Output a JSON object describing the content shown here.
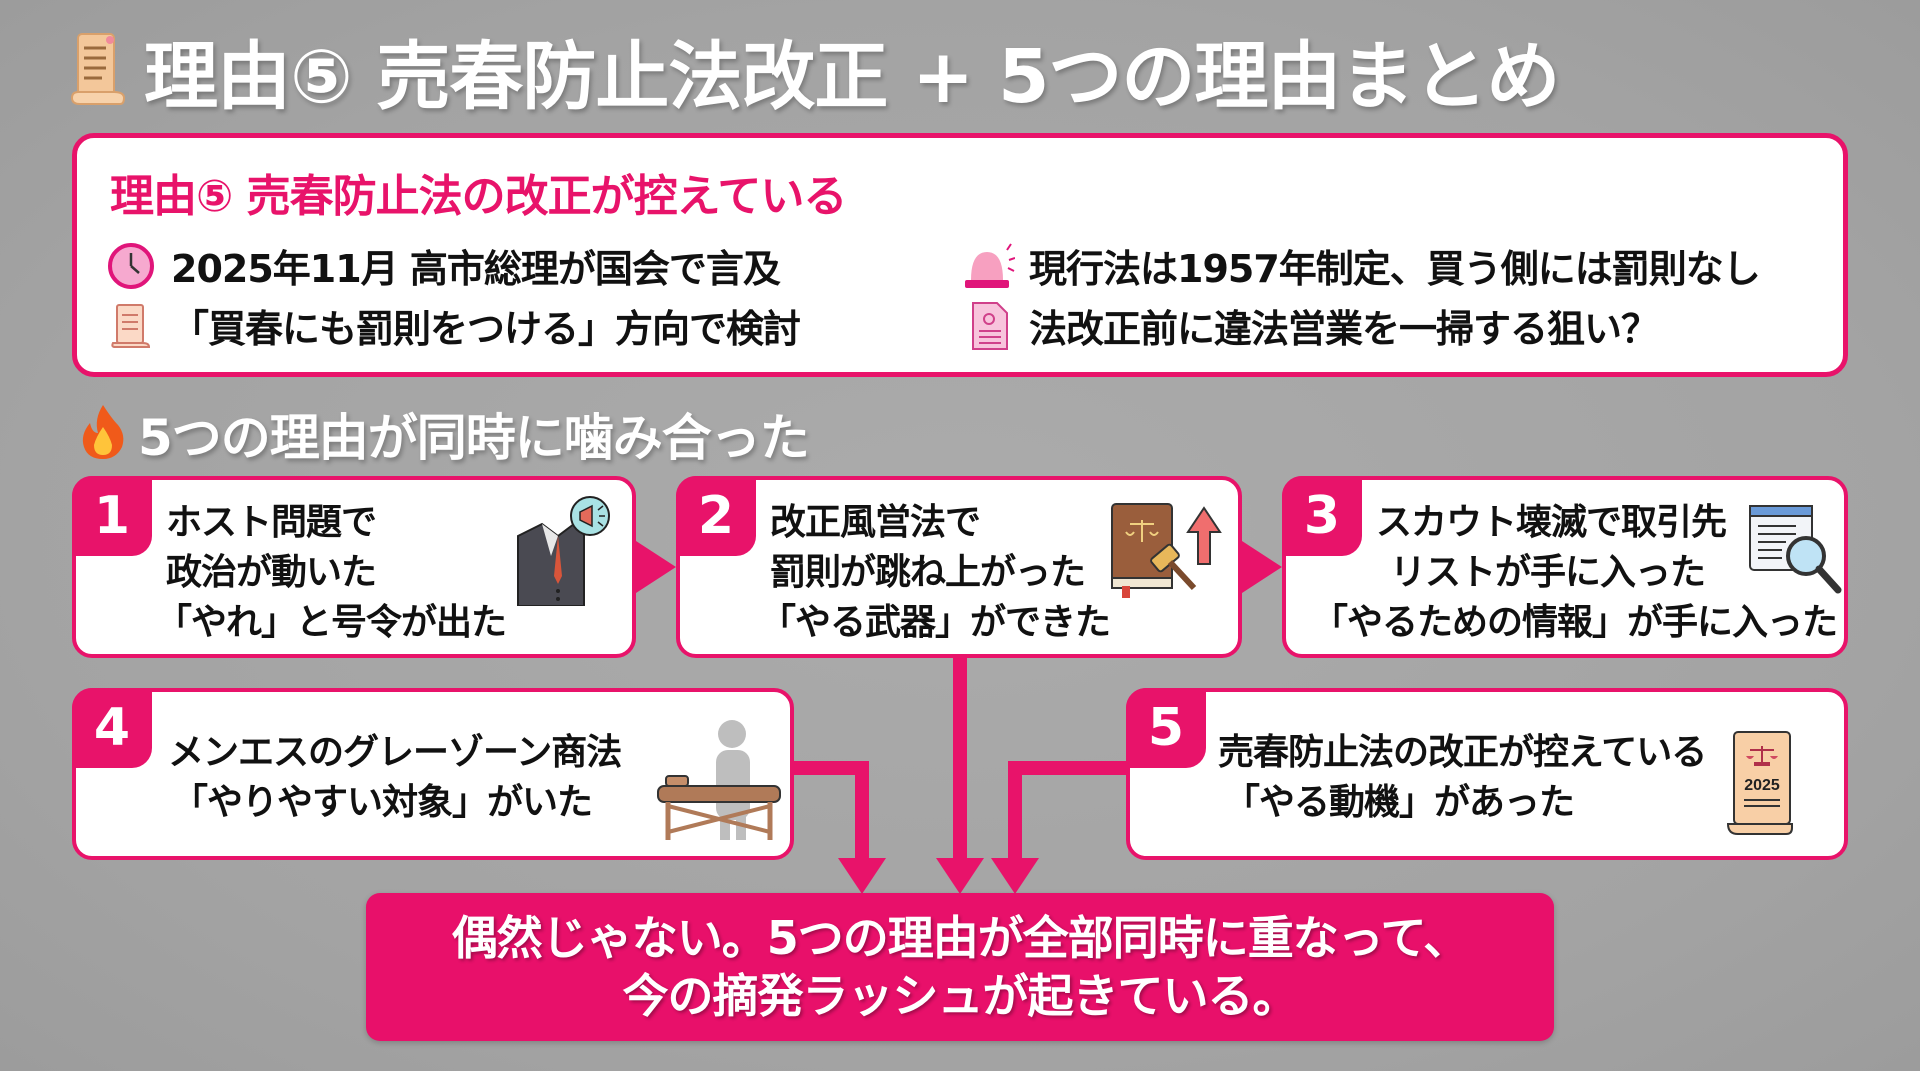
{
  "header": {
    "icon": "scroll-icon",
    "title": "理由⑤ 売春防止法改正 + 5つの理由まとめ"
  },
  "reason_box": {
    "heading": "理由⑤ 売春防止法の改正が控えている",
    "bullets": [
      {
        "icon": "clock-icon",
        "text": "2025年11月 高市総理が国会で言及"
      },
      {
        "icon": "scroll-icon",
        "text": "「買春にも罰則をつける」方向で検討"
      },
      {
        "icon": "siren-icon",
        "text": "現行法は1957年制定、買う側には罰則なし"
      },
      {
        "icon": "document-icon",
        "text": "法改正前に違法営業を一掃する狙い？"
      }
    ]
  },
  "section": {
    "icon": "fire-icon",
    "heading": "5つの理由が同時に噛み合った"
  },
  "reasons": [
    {
      "number": "1",
      "lines": [
        "ホスト問題で",
        "政治が動いた",
        "「やれ」と号令が出た"
      ],
      "icon": "suit-megaphone-icon"
    },
    {
      "number": "2",
      "lines": [
        "改正風営法で",
        "罰則が跳ね上がった",
        "「やる武器」ができた"
      ],
      "icon": "law-book-gavel-icon"
    },
    {
      "number": "3",
      "lines": [
        "スカウト壊滅で取引先",
        "リストが手に入った",
        "「やるための情報」が手に入った"
      ],
      "icon": "list-magnifier-icon"
    },
    {
      "number": "4",
      "lines": [
        "メンエスのグレーゾーン商法",
        "「やりやすい対象」がいた"
      ],
      "icon": "massage-table-icon"
    },
    {
      "number": "5",
      "lines": [
        "売春防止法の改正が控えている",
        "「やる動機」があった"
      ],
      "icon": "law-scroll-2025-icon",
      "icon_label": "2025"
    }
  ],
  "conclusion": {
    "lines": [
      "偶然じゃない。5つの理由が全部同時に重なって、",
      "今の摘発ラッシュが起きている。"
    ]
  },
  "colors": {
    "accent": "#e8136a",
    "background": "#a8a8a8",
    "card": "#ffffff",
    "text": "#111111"
  }
}
